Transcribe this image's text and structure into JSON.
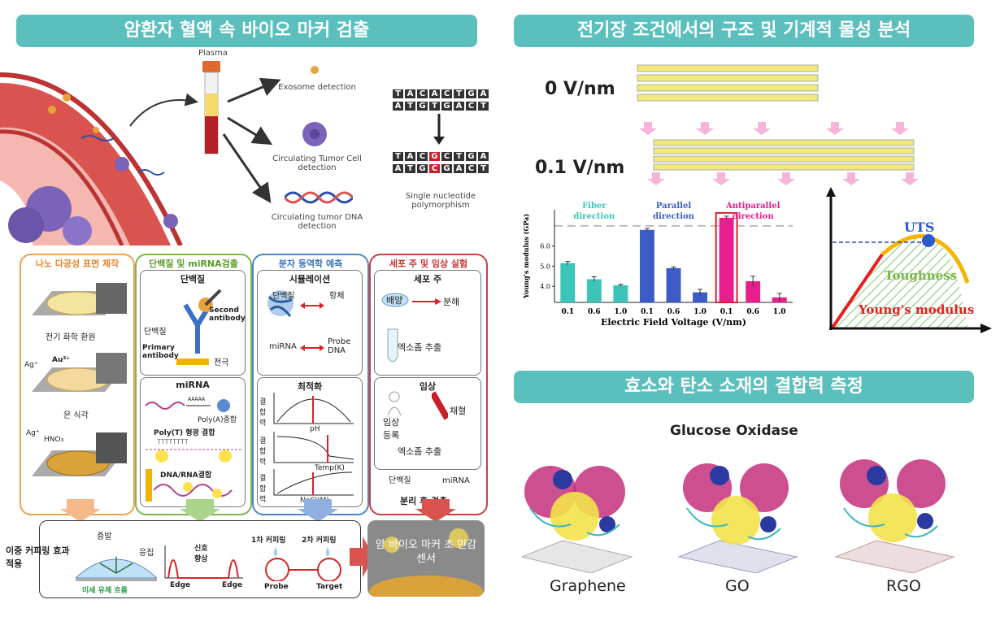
{
  "left": {
    "banner": "암환자 혈액 속 바이오 마커 검출",
    "top": {
      "plasma": "Plasma",
      "exosome": "Exosome detection",
      "ctc": "Circulating Tumor Cell detection",
      "ctdna": "Circulating tumor DNA detection",
      "snp": "Single nucleotide polymorphism",
      "dna_top": [
        "A",
        "T",
        "G",
        "T",
        "G",
        "A",
        "C",
        "T"
      ],
      "dna_bottom": [
        "A",
        "T",
        "G",
        "C",
        "G",
        "A",
        "C",
        "T"
      ],
      "dna_top_rev": [
        "T",
        "A",
        "C",
        "A",
        "C",
        "T",
        "G",
        "A"
      ],
      "dna_bottom_rev": [
        "T",
        "A",
        "C",
        "G",
        "C",
        "T",
        "G",
        "A"
      ]
    },
    "panel1": {
      "title": "나노 다공성 표면 제작",
      "step1": "전기 화학 환원",
      "ag": "Ag⁺",
      "au": "Au³⁺",
      "step2": "은 식각",
      "hno3": "HNO₃",
      "ag2": "Ag⁺"
    },
    "panel2": {
      "title": "단백질 및 miRNA검출",
      "box1_title": "단백질",
      "protein": "단백질",
      "second": "Second antibody",
      "primary": "Primary antibody",
      "electrode": "전극",
      "box2_title": "miRNA",
      "polya": "Poly(A)중합",
      "aaaaa": "AAAAA",
      "polyt": "Poly(T) 형광 결합",
      "tttt": "TTTTTTTT",
      "dnarna": "DNA/RNA결합"
    },
    "panel3": {
      "title": "분자 동역학 예측",
      "box1_title": "시뮬레이션",
      "protein": "단백질",
      "antibody": "항체",
      "mirna": "miRNA",
      "probe": "Probe DNA",
      "box2_title": "최적화",
      "ylabel": "결합력",
      "x1": "pH",
      "x2": "Temp(K)",
      "x3": "NaCl(M)"
    },
    "panel4": {
      "title": "세포 주 및 임상 실험",
      "box1_title": "세포 주",
      "culture": "배양",
      "lysis": "분해",
      "extract": "엑소좀 추출",
      "box2_title": "임상",
      "clinical": "임상 등록",
      "blood": "채혈",
      "extract2": "엑소좀 추출",
      "protein": "단백질",
      "mirna": "miRNA",
      "footer": "분리 후 검출"
    },
    "bottom": {
      "coupling": "이중 커피링 효과 적용",
      "evap": "증발",
      "agg": "응집",
      "flow": "미세 유체 흐름",
      "signal": "신호 향상",
      "edge1": "Edge",
      "edge2": "Edge",
      "first": "1차 커피링",
      "second": "2차 커피링",
      "probe": "Probe",
      "target": "Target",
      "sensor": "암 바이오 마커 초 민감 센서"
    }
  },
  "right": {
    "banner1": "전기장 조건에서의 구조 및 기계적 물성 분석",
    "v0": "0 V/nm",
    "v1": "0.1 V/nm",
    "uts": "UTS",
    "toughness": "Toughness",
    "youngs": "Young's modulus",
    "banner2": "효소와 탄소 소재의 결합력 측정",
    "glucose": "Glucose Oxidase",
    "materials": [
      "Graphene",
      "GO",
      "RGO"
    ]
  },
  "chart_data": {
    "type": "bar",
    "ylabel": "Young's modulus (GPa)",
    "xlabel": "Electric Field Voltage (V/nm)",
    "yticks": [
      "4.0",
      "5.0",
      "6.0"
    ],
    "ylim": [
      3.2,
      7.8
    ],
    "groups": [
      {
        "name": "Fiber direction",
        "color": "#3cc4b8"
      },
      {
        "name": "Parallel direction",
        "color": "#3b5cc6"
      },
      {
        "name": "Antiparallel direction",
        "color": "#e81e8c"
      }
    ],
    "categories": [
      "0.1",
      "0.6",
      "1.0",
      "0.1",
      "0.6",
      "1.0",
      "0.1",
      "0.6",
      "1.0"
    ],
    "values": [
      5.15,
      4.35,
      4.05,
      6.8,
      4.9,
      3.7,
      7.4,
      4.25,
      3.45
    ],
    "errors": [
      0.08,
      0.12,
      0.05,
      0.07,
      0.06,
      0.15,
      0.08,
      0.25,
      0.2
    ],
    "group_of": [
      0,
      0,
      0,
      1,
      1,
      1,
      2,
      2,
      2
    ]
  }
}
